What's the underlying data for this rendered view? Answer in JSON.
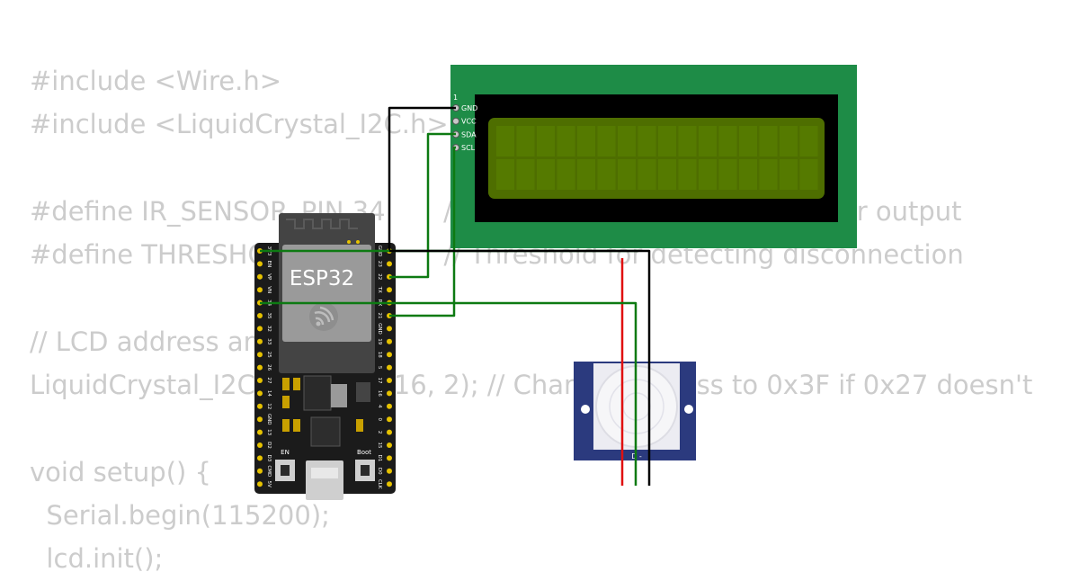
{
  "code_lines": [
    "#include <Wire.h>",
    "#include <LiquidCrystal_I2C.h>",
    "",
    "#define IR_SENSOR_PIN 34       // Pin connected to the IR sensor output",
    "#define THRESHOLD 1000        // Threshold for detecting disconnection",
    "",
    "// LCD address and size",
    "LiquidCrystal_I2C lcd(0x27, 16, 2); // Change address to 0x3F if 0x27 doesn't",
    "",
    "void setup() {",
    "  Serial.begin(115200);",
    "  lcd.init();"
  ],
  "esp32": {
    "label": "ESP32",
    "en_label": "EN",
    "boot_label": "Boot",
    "left_pins": [
      "3V3",
      "EN",
      "VP",
      "VN",
      "34",
      "35",
      "32",
      "33",
      "25",
      "26",
      "27",
      "14",
      "12",
      "GND",
      "13",
      "D2",
      "D3",
      "CMD",
      "5V"
    ],
    "right_pins": [
      "GND",
      "23",
      "22",
      "TX",
      "RX",
      "21",
      "GND",
      "19",
      "18",
      "5",
      "17",
      "16",
      "4",
      "0",
      "2",
      "15",
      "D1",
      "D0",
      "CLK"
    ]
  },
  "lcd": {
    "pin_index": "1",
    "pins": [
      "GND",
      "VCC",
      "SDA",
      "SCL"
    ]
  },
  "pir": {
    "pin_label": "D -"
  },
  "colors": {
    "pcb_green": "#1e8c47",
    "lcd_glass": "#4e6e00",
    "board_black": "#1b1b1b",
    "wire_green": "#0d7a12",
    "wire_red": "#e01010",
    "wire_black": "#000000",
    "pir_blue": "#2b3a7e",
    "code_text": "#cccccc"
  }
}
